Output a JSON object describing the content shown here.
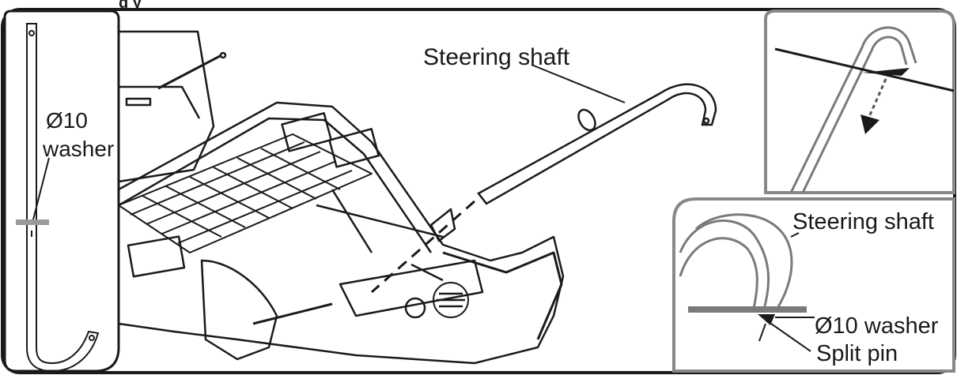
{
  "header": {
    "partial_text": "g                    y"
  },
  "left_inset": {
    "washer_size": "Ø10",
    "washer_word": "washer"
  },
  "main_view": {
    "shaft_label": "Steering shaft"
  },
  "bottom_right_inset": {
    "shaft_label": "Steering shaft",
    "washer_label": "Ø10 washer",
    "pin_label": "Split pin"
  },
  "colors": {
    "outline": "#1a1a1a",
    "panel_border": "#888888",
    "washer_bar": "#9a9a9a",
    "shaft_gray": "#7a7a7a"
  }
}
